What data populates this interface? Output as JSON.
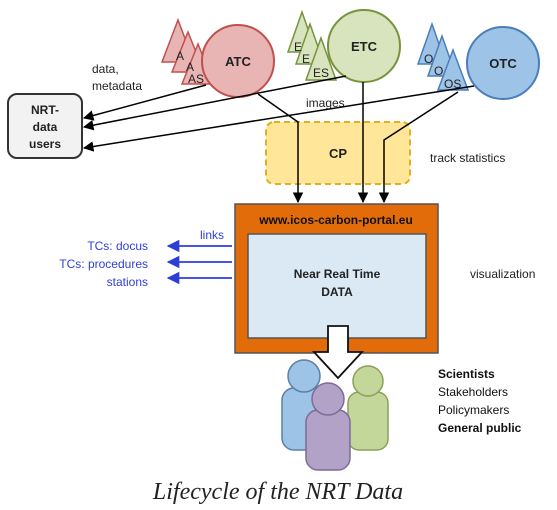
{
  "centres": {
    "atc": {
      "label": "ATC",
      "stations": [
        "A",
        "A",
        "AS"
      ],
      "fill": "#e8b4b4",
      "stroke": "#c0504d"
    },
    "etc": {
      "label": "ETC",
      "stations": [
        "E",
        "E",
        "ES"
      ],
      "fill": "#d7e4bd",
      "stroke": "#77933c"
    },
    "otc": {
      "label": "OTC",
      "stations": [
        "O",
        "O",
        "OS"
      ],
      "fill": "#9dc3e6",
      "stroke": "#4a7ebb"
    }
  },
  "nrt_users": {
    "label_line1": "NRT-",
    "label_line2": "data",
    "label_line3": "users"
  },
  "labels": {
    "data_metadata_line1": "data,",
    "data_metadata_line2": "metadata",
    "images": "images",
    "track_statistics": "track statistics",
    "links": "links",
    "visualization": "visualization"
  },
  "cp": {
    "label": "CP",
    "fill": "#ffe699",
    "stroke": "#e0b020"
  },
  "portal": {
    "url": "www.icos-carbon-portal.eu",
    "inner_line1": "Near Real Time",
    "inner_line2": "DATA",
    "frame_color": "#e36c0a",
    "inner_fill": "#dbe9f5"
  },
  "links_out": [
    "TCs: docus",
    "TCs: procedures",
    "stations"
  ],
  "audience": [
    {
      "label": "Scientists",
      "bold": true
    },
    {
      "label": "Stakeholders",
      "bold": false
    },
    {
      "label": "Policymakers",
      "bold": false
    },
    {
      "label": "General public",
      "bold": true
    }
  ],
  "caption": "Lifecycle of the NRT Data",
  "colors": {
    "link_blue": "#2e3fd8",
    "arrow_black": "#000000"
  }
}
